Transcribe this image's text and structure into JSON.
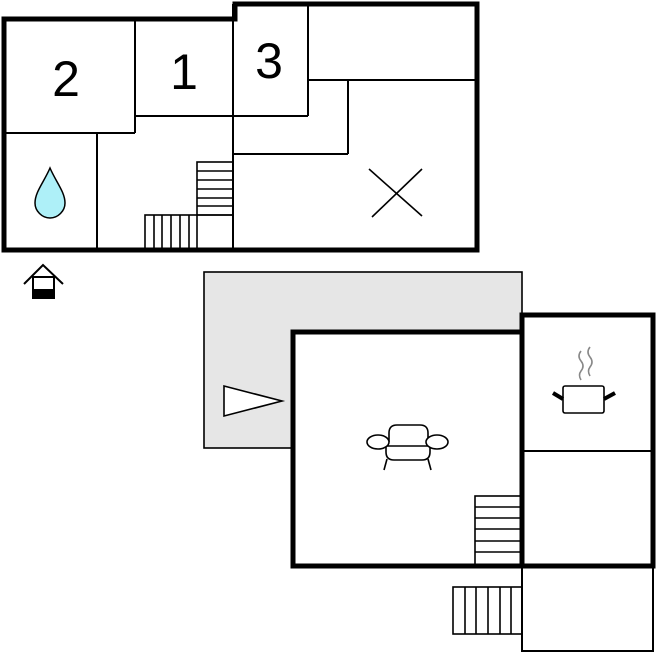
{
  "floorplan": {
    "rooms": [
      {
        "id": "bedroom-2",
        "label": "2"
      },
      {
        "id": "bedroom-1",
        "label": "1"
      },
      {
        "id": "bedroom-3",
        "label": "3"
      }
    ],
    "icons": {
      "bathroom": "water-drop-icon",
      "dining_or_other": "x-mark-icon",
      "entrance": "house-entrance-icon",
      "terrace": "triangle-direction-icon",
      "living_room": "sofa-icon",
      "kitchen": "cooking-pot-icon"
    },
    "colors": {
      "wall": "#000000",
      "terrace_fill": "#e6e6e6",
      "water": "#aef0f8",
      "steam": "#888888"
    }
  }
}
